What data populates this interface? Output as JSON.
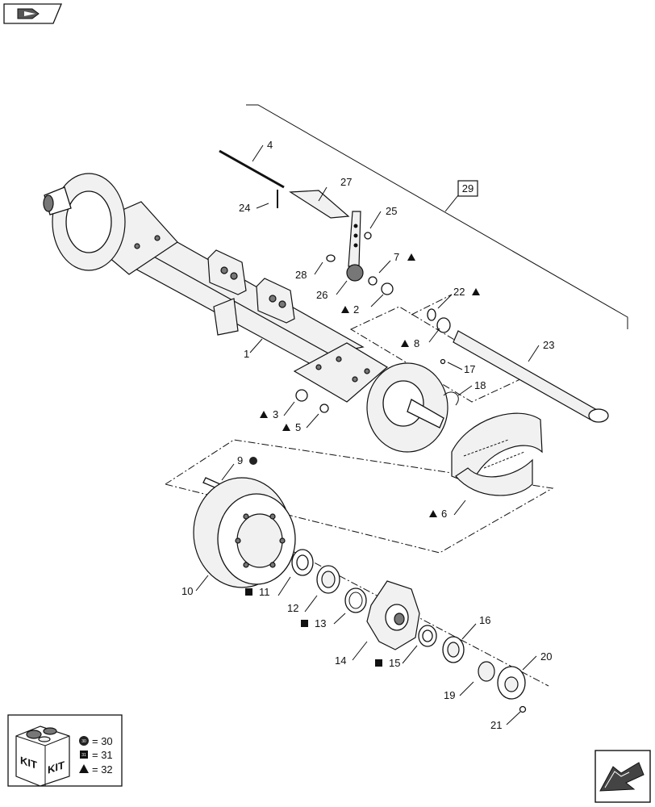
{
  "callouts": [
    {
      "n": "1",
      "sym": ""
    },
    {
      "n": "2",
      "sym": "triangle"
    },
    {
      "n": "3",
      "sym": "triangle"
    },
    {
      "n": "4",
      "sym": ""
    },
    {
      "n": "5",
      "sym": "triangle"
    },
    {
      "n": "6",
      "sym": "triangle"
    },
    {
      "n": "7",
      "sym": "triangle"
    },
    {
      "n": "8",
      "sym": "triangle"
    },
    {
      "n": "9",
      "sym": "circle"
    },
    {
      "n": "10",
      "sym": ""
    },
    {
      "n": "11",
      "sym": "square"
    },
    {
      "n": "12",
      "sym": ""
    },
    {
      "n": "13",
      "sym": "square"
    },
    {
      "n": "14",
      "sym": ""
    },
    {
      "n": "15",
      "sym": "square"
    },
    {
      "n": "16",
      "sym": ""
    },
    {
      "n": "17",
      "sym": ""
    },
    {
      "n": "18",
      "sym": ""
    },
    {
      "n": "19",
      "sym": ""
    },
    {
      "n": "20",
      "sym": ""
    },
    {
      "n": "21",
      "sym": ""
    },
    {
      "n": "22",
      "sym": "triangle"
    },
    {
      "n": "23",
      "sym": ""
    },
    {
      "n": "24",
      "sym": ""
    },
    {
      "n": "25",
      "sym": ""
    },
    {
      "n": "26",
      "sym": ""
    },
    {
      "n": "27",
      "sym": ""
    },
    {
      "n": "28",
      "sym": ""
    }
  ],
  "assembly_ref": "29",
  "legend": {
    "kit_label_1": "KIT",
    "kit_label_2": "KIT",
    "circle_ref": "= 30",
    "square_ref": "= 31",
    "triangle_ref": "= 32",
    "circle_sym": "30",
    "square_sym": "31"
  },
  "nav": {
    "back_icon": "return-arrow-icon",
    "next_icon": "next-page-arrow-icon"
  }
}
